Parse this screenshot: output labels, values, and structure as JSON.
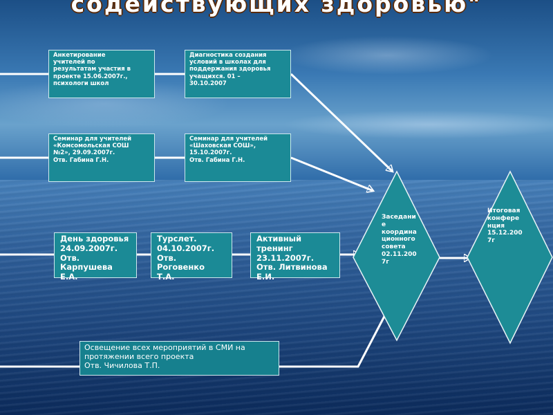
{
  "title": "содействующих здоровью\"",
  "boxes": {
    "survey": "Анкетирование\nучителей по\nрезультатам участия в\nпроекте 15.06.2007г.,\nпсихологи школ",
    "diagnostics": "Диагностика создания\nусловий в школах для\nподдержания здоровья\nучащихся. 01 –\n30.10.2007",
    "seminar1": "Семинар для учителей\n«Комсомольская СОШ\n№2», 29.09.2007г.\nОтв. Габина Г.Н.",
    "seminar2": "Семинар для учителей\n«Шаховская СОШ»,\n15.10.2007г.\nОтв. Габина Г.Н.",
    "health_day": "День здоровья\n24.09.2007г.\nОтв.\nКарпушева Е.А.",
    "tourist_rally": "Турслет.\n04.10.2007г.\nОтв. Роговенко\nТ.А.",
    "active_training": "Активный\nтренинг\n23.11.2007г.\nОтв. Литвинова\nЕ.И.",
    "media": "Освещение всех мероприятий в СМИ на\nпротяжении всего проекта\nОтв. Чичилова Т.П."
  },
  "diamonds": {
    "council": "Заседани\nе\nкоордина\nционного\nсовета\n02.11.200\n7г",
    "final_conference": "Итоговая\nконфере\nнция\n15.12.200\n7г"
  },
  "colors": {
    "box_fill": "#1b8a96",
    "box_border": "#cfe8ee",
    "diamond_fill": "#1d8c96",
    "connector": "#ffffff",
    "title_outline": "#5a2b0a"
  }
}
